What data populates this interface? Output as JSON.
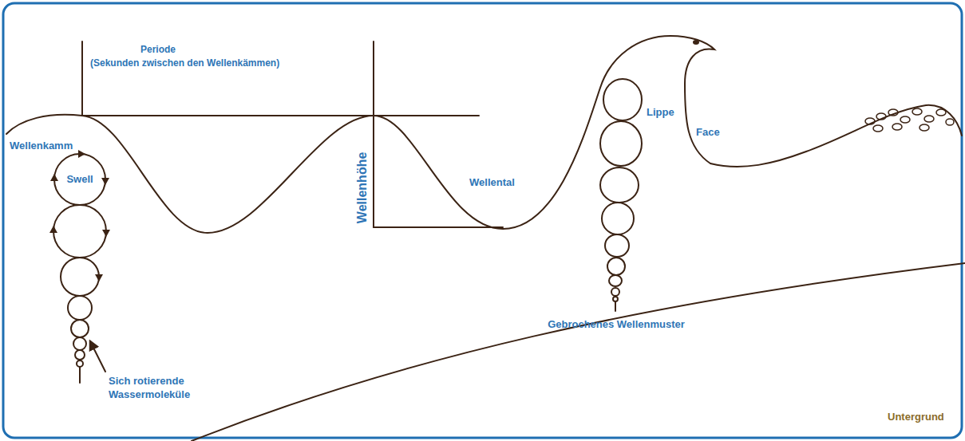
{
  "diagram": {
    "labels": [
      "Periode",
      "(Sekunden zwischen den Wellenkämmen)",
      "Wellenkamm",
      "Swell",
      "Wellenhöhe",
      "Wellental",
      "Lippe",
      "Face",
      "Gebrochenes Wellenmuster",
      "Sich rotierende Wassermoleküle",
      "Untergrund"
    ]
  }
}
